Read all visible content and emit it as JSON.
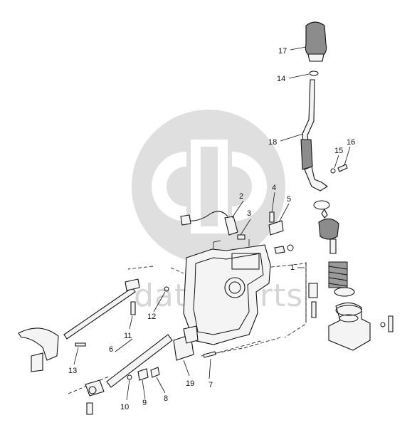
{
  "watermark": {
    "text": "data-parts",
    "color": "#d6d6d6",
    "logo": "gd-logo"
  },
  "callouts": [
    {
      "id": "1",
      "label": "1"
    },
    {
      "id": "2",
      "label": "2"
    },
    {
      "id": "3",
      "label": "3"
    },
    {
      "id": "4",
      "label": "4"
    },
    {
      "id": "5",
      "label": "5"
    },
    {
      "id": "6",
      "label": "6"
    },
    {
      "id": "7",
      "label": "7"
    },
    {
      "id": "8",
      "label": "8"
    },
    {
      "id": "9",
      "label": "9"
    },
    {
      "id": "10",
      "label": "10"
    },
    {
      "id": "11",
      "label": "11"
    },
    {
      "id": "12",
      "label": "12"
    },
    {
      "id": "13",
      "label": "13"
    },
    {
      "id": "14",
      "label": "14"
    },
    {
      "id": "15",
      "label": "15"
    },
    {
      "id": "16",
      "label": "16"
    },
    {
      "id": "17",
      "label": "17"
    },
    {
      "id": "18",
      "label": "18"
    },
    {
      "id": "19",
      "label": "19"
    }
  ]
}
